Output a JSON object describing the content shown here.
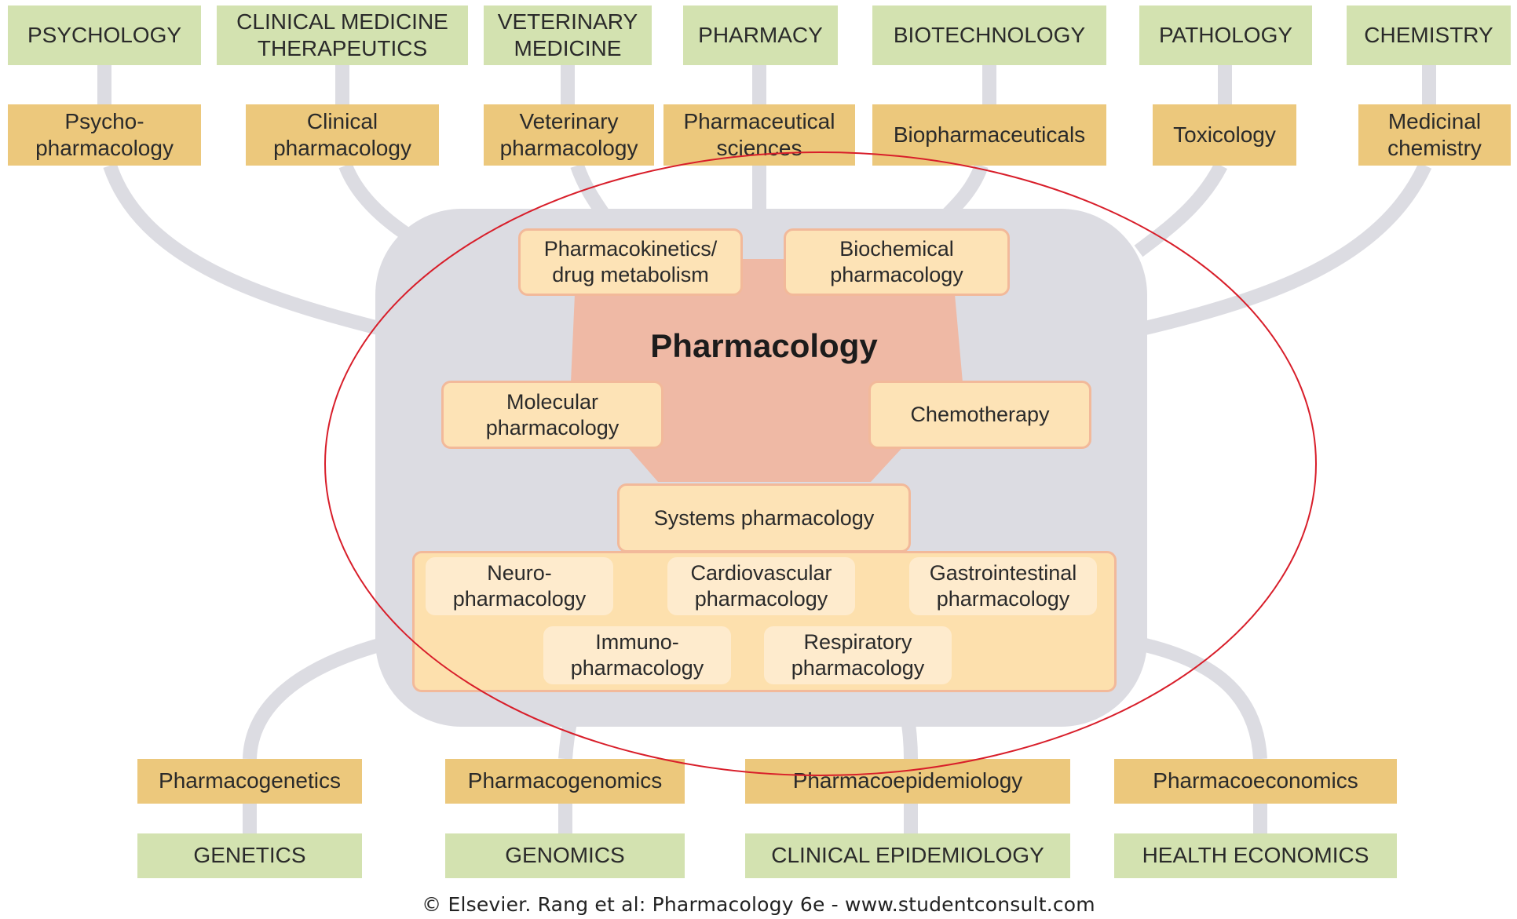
{
  "diagram": {
    "center_title": "Pharmacology",
    "top_disciplines": [
      {
        "discipline": "PSYCHOLOGY",
        "subfield": "Psycho-\npharmacology"
      },
      {
        "discipline": "CLINICAL MEDICINE\nTHERAPEUTICS",
        "subfield": "Clinical\npharmacology"
      },
      {
        "discipline": "VETERINARY\nMEDICINE",
        "subfield": "Veterinary\npharmacology"
      },
      {
        "discipline": "PHARMACY",
        "subfield": "Pharmaceutical\nsciences"
      },
      {
        "discipline": "BIOTECHNOLOGY",
        "subfield": "Biopharmaceuticals"
      },
      {
        "discipline": "PATHOLOGY",
        "subfield": "Toxicology"
      },
      {
        "discipline": "CHEMISTRY",
        "subfield": "Medicinal\nchemistry"
      }
    ],
    "core_areas": {
      "pharmacokinetics": "Pharmacokinetics/\ndrug metabolism",
      "biochemical": "Biochemical\npharmacology",
      "molecular": "Molecular\npharmacology",
      "chemotherapy": "Chemotherapy",
      "systems": "Systems pharmacology"
    },
    "systems_subareas": [
      "Neuro-\npharmacology",
      "Cardiovascular\npharmacology",
      "Gastrointestinal\npharmacology",
      "Immuno-\npharmacology",
      "Respiratory\npharmacology"
    ],
    "bottom_disciplines": [
      {
        "subfield": "Pharmacogenetics",
        "discipline": "GENETICS"
      },
      {
        "subfield": "Pharmacogenomics",
        "discipline": "GENOMICS"
      },
      {
        "subfield": "Pharmacoepidemiology",
        "discipline": "CLINICAL EPIDEMIOLOGY"
      },
      {
        "subfield": "Pharmacoeconomics",
        "discipline": "HEALTH ECONOMICS"
      }
    ],
    "colors": {
      "discipline": "#d3e2b0",
      "subfield": "#ecc87c",
      "core_box": "#fde3b6",
      "connector": "#dcdce2",
      "center_shape": "#efb9a5",
      "annotation_ellipse": "#d81e2a"
    }
  },
  "footer": {
    "copyright": "© Elsevier. Rang et al: Pharmacology 6e - www.studentconsult.com"
  }
}
